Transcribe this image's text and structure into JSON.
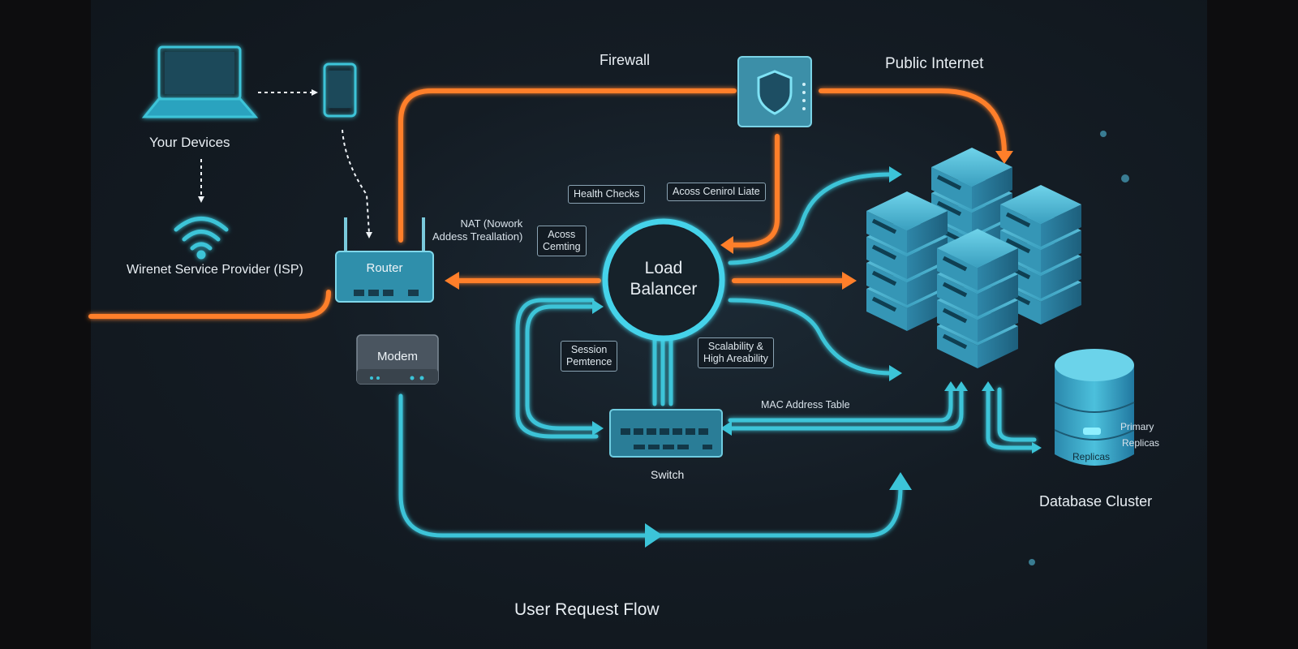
{
  "labels": {
    "your_devices": "Your Devices",
    "isp": "Wirenet Service Provider (ISP)",
    "firewall": "Firewall",
    "public_internet": "Public Internet",
    "router": "Router",
    "modem": "Modem",
    "nat": "NAT (Nowork\nAddess Treallation)",
    "load_balancer": "Load\nBalancer",
    "switch": "Switch",
    "mac_table": "MAC Address Table",
    "database_cluster": "Database Cluster",
    "primary": "Primary",
    "replicas_right": "Replicas",
    "replicas_db": "Replicas",
    "user_request_flow": "User Request Flow"
  },
  "callouts": {
    "health_checks": "Health Checks",
    "access_control": "Acoss Cenirol Liate",
    "access_centing": "Acoss\nCemting",
    "session": "Session\nPemtence",
    "scalability": "Scalability &\nHigh Areability"
  },
  "colors": {
    "orange": "#ff7f2a",
    "cyan": "#3cc4d8",
    "server": "#3a9fbf"
  }
}
